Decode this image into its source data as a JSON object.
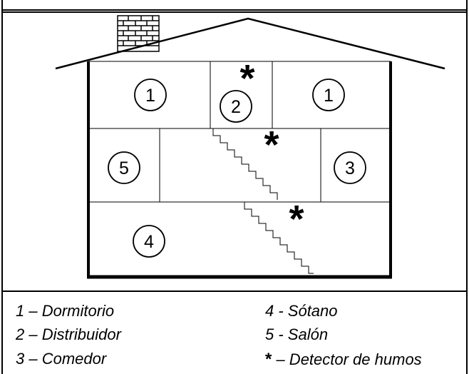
{
  "rooms": {
    "r1": "1",
    "r2": "2",
    "r3": "3",
    "r4": "4",
    "r5": "5"
  },
  "detector_symbol": "*",
  "legend": {
    "item1": "1 – Dormitorio",
    "item2": "2 – Distribuidor",
    "item3": "3 – Comedor",
    "item4": "4 - Sótano",
    "item5": "5 - Salón",
    "item6_symbol": "*",
    "item6_text": " – Detector de humos"
  }
}
